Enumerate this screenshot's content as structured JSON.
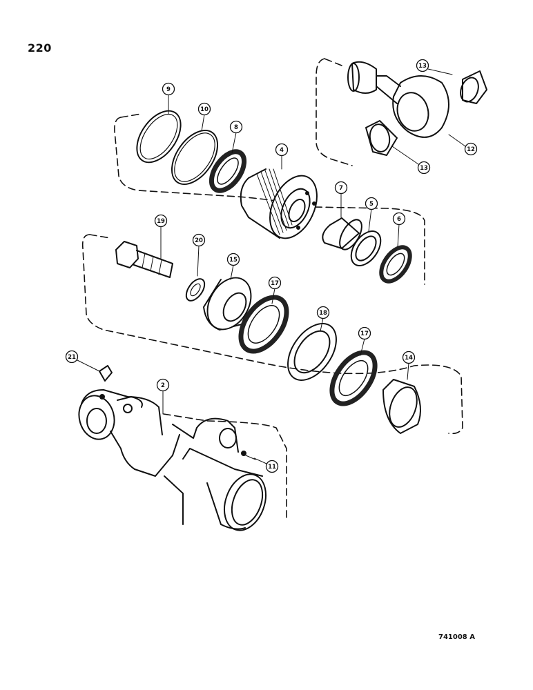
{
  "page_number": "220",
  "figure_code": "741008 A",
  "callouts": [
    "2",
    "4",
    "5",
    "6",
    "7",
    "8",
    "9",
    "10",
    "11",
    "12",
    "13",
    "13",
    "14",
    "15",
    "17",
    "17",
    "18",
    "19",
    "20",
    "21"
  ]
}
